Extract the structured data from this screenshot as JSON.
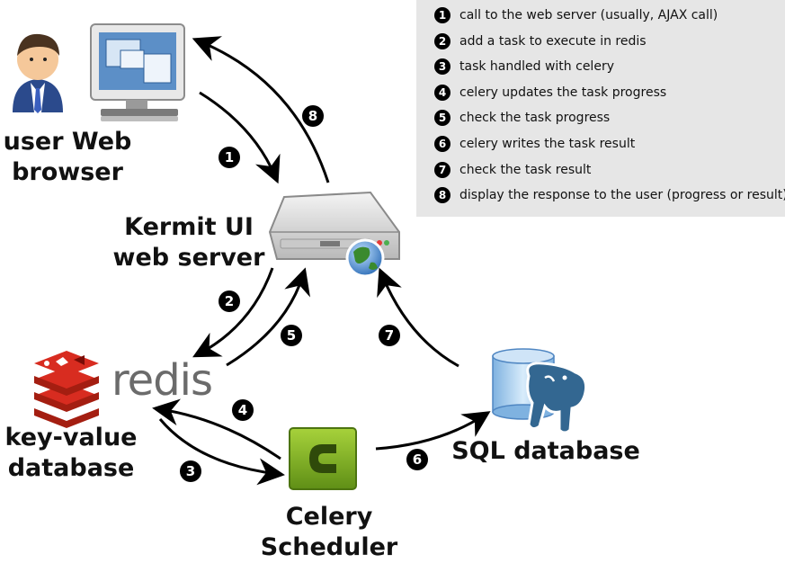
{
  "legend": {
    "items": [
      {
        "number": "1",
        "text": "call to the web server (usually, AJAX call)"
      },
      {
        "number": "2",
        "text": "add a task to execute in redis"
      },
      {
        "number": "3",
        "text": "task handled with celery"
      },
      {
        "number": "4",
        "text": "celery updates the task progress"
      },
      {
        "number": "5",
        "text": "check the task progress"
      },
      {
        "number": "6",
        "text": "celery writes the task result"
      },
      {
        "number": "7",
        "text": "check the task result"
      },
      {
        "number": "8",
        "text": "display the response to the user (progress or result)"
      }
    ]
  },
  "nodes": {
    "browser": {
      "line1": "user Web",
      "line2": "browser"
    },
    "webserver": {
      "line1": "Kermit UI",
      "line2": "web server"
    },
    "redis": {
      "wordmark": "redis",
      "line1": "key-value",
      "line2": "database"
    },
    "celery": {
      "line1": "Celery",
      "line2": "Scheduler"
    },
    "sql": {
      "line1": "SQL database"
    }
  },
  "steps": [
    "1",
    "2",
    "3",
    "4",
    "5",
    "6",
    "7",
    "8"
  ]
}
